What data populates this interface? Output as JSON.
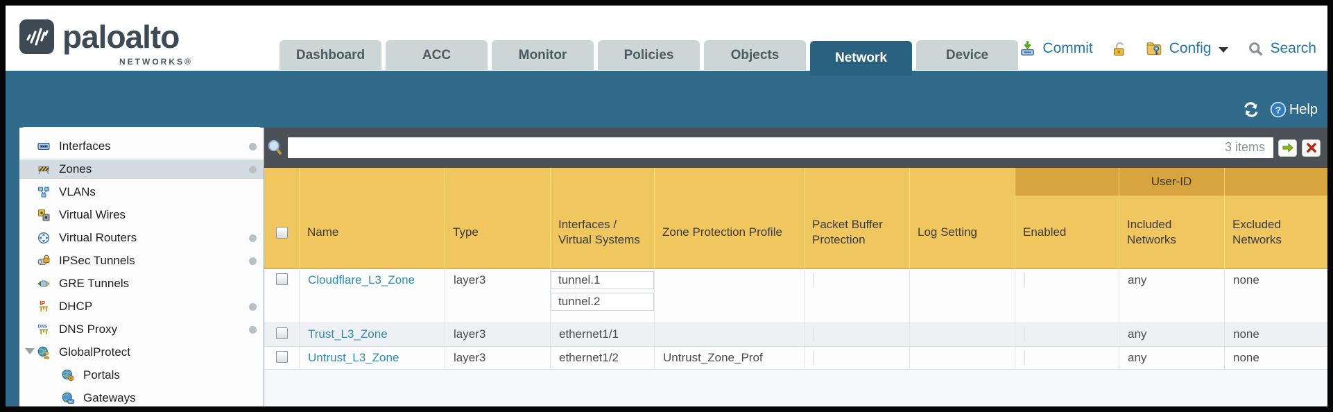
{
  "brand": {
    "name": "paloalto",
    "sub": "NETWORKS®"
  },
  "tabs": [
    {
      "label": "Dashboard",
      "active": false
    },
    {
      "label": "ACC",
      "active": false
    },
    {
      "label": "Monitor",
      "active": false
    },
    {
      "label": "Policies",
      "active": false
    },
    {
      "label": "Objects",
      "active": false
    },
    {
      "label": "Network",
      "active": true
    },
    {
      "label": "Device",
      "active": false
    }
  ],
  "header_actions": {
    "commit": "Commit",
    "config": "Config",
    "search": "Search"
  },
  "band": {
    "help_label": "Help"
  },
  "toolbar": {
    "filter_value": "",
    "items_count": "3 items"
  },
  "sidebar": {
    "items": [
      {
        "label": "Interfaces",
        "icon": "interfaces-icon",
        "dot": true
      },
      {
        "label": "Zones",
        "icon": "zones-icon",
        "dot": true,
        "selected": true
      },
      {
        "label": "VLANs",
        "icon": "vlans-icon",
        "dot": false
      },
      {
        "label": "Virtual Wires",
        "icon": "virtual-wires-icon",
        "dot": false
      },
      {
        "label": "Virtual Routers",
        "icon": "virtual-routers-icon",
        "dot": true
      },
      {
        "label": "IPSec Tunnels",
        "icon": "ipsec-tunnels-icon",
        "dot": true
      },
      {
        "label": "GRE Tunnels",
        "icon": "gre-tunnels-icon",
        "dot": false
      },
      {
        "label": "DHCP",
        "icon": "dhcp-icon",
        "dot": true
      },
      {
        "label": "DNS Proxy",
        "icon": "dns-proxy-icon",
        "dot": true
      },
      {
        "label": "GlobalProtect",
        "icon": "globalprotect-icon",
        "dot": false,
        "expanded": true
      },
      {
        "label": "Portals",
        "icon": "portals-icon",
        "dot": false,
        "child": true
      },
      {
        "label": "Gateways",
        "icon": "gateways-icon",
        "dot": false,
        "child": true
      }
    ]
  },
  "table": {
    "group_header": "User-ID",
    "columns": [
      "Name",
      "Type",
      "Interfaces / Virtual Systems",
      "Zone Protection Profile",
      "Packet Buffer Protection",
      "Log Setting",
      "Enabled",
      "Included Networks",
      "Excluded Networks"
    ],
    "rows": [
      {
        "name": "Cloudflare_L3_Zone",
        "type": "layer3",
        "interfaces": [
          "tunnel.1",
          "tunnel.2"
        ],
        "zone_protection_profile": "",
        "packet_buffer_protection": false,
        "log_setting": "",
        "enabled": false,
        "included_networks": "any",
        "excluded_networks": "none"
      },
      {
        "name": "Trust_L3_Zone",
        "type": "layer3",
        "interfaces": [
          "ethernet1/1"
        ],
        "zone_protection_profile": "",
        "packet_buffer_protection": false,
        "log_setting": "",
        "enabled": false,
        "included_networks": "any",
        "excluded_networks": "none"
      },
      {
        "name": "Untrust_L3_Zone",
        "type": "layer3",
        "interfaces": [
          "ethernet1/2"
        ],
        "zone_protection_profile": "Untrust_Zone_Prof",
        "packet_buffer_protection": false,
        "log_setting": "",
        "enabled": false,
        "included_networks": "any",
        "excluded_networks": "none"
      }
    ]
  },
  "colors": {
    "band_teal": "#316b8b",
    "active_tab": "#2a617f",
    "inactive_tab": "#ccd6d6",
    "toolbar_dark": "#4b5156",
    "header_gold": "#f0c65f",
    "userid_gold": "#d8a43d",
    "link_blue": "#3389ae",
    "nav_link_blue": "#2277a8",
    "row_alt": "#eef1f4",
    "sidebar_selected": "#d3dce1"
  }
}
